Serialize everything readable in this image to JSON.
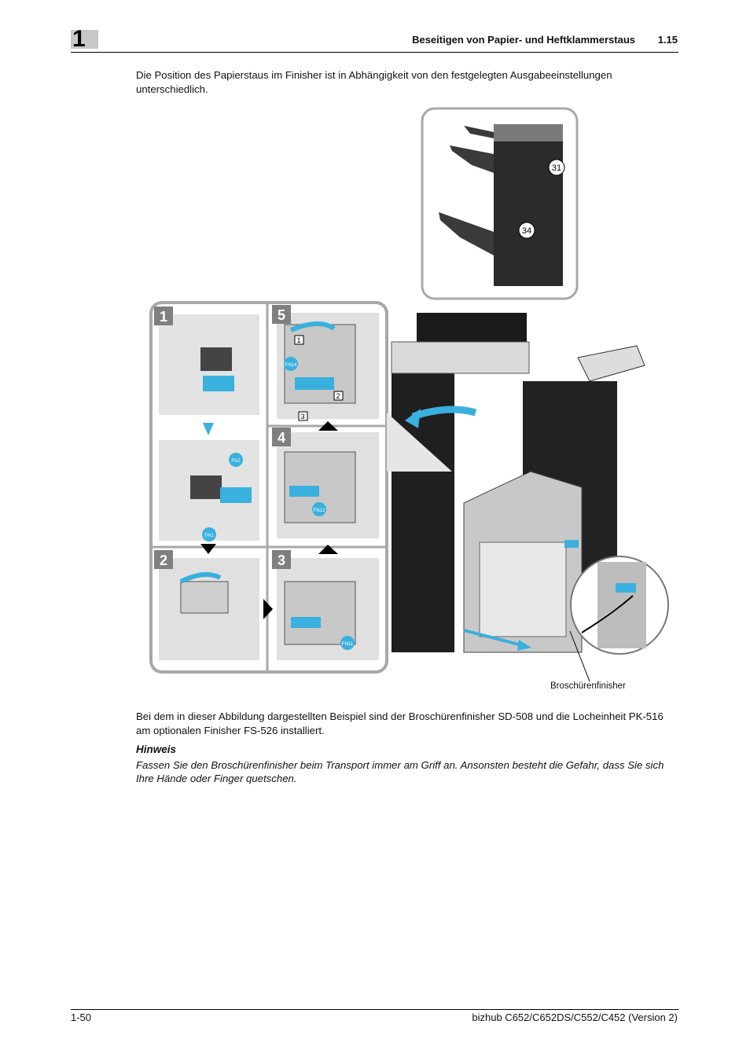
{
  "header": {
    "chapter_number": "1",
    "title": "Beseitigen von Papier- und Heftklammerstaus",
    "section": "1.15"
  },
  "intro_text": "Die Position des Papierstaus im Finisher ist in Abhängigkeit von den festgelegten Ausgabeeinstellungen unterschiedlich.",
  "figure": {
    "tray_callouts": [
      "31",
      "34"
    ],
    "steps": [
      "1",
      "2",
      "3",
      "4",
      "5"
    ],
    "sub_labels": [
      "1",
      "2",
      "3"
    ],
    "finisher_tags": [
      "FN1",
      "FN2",
      "FN11",
      "FN12",
      "FN14"
    ],
    "caption": "Broschürenfinisher"
  },
  "body_text": "Bei dem in dieser Abbildung dargestellten Beispiel sind der Broschürenfinisher SD-508 und die Locheinheit PK-516 am optionalen Finisher FS-526 installiert.",
  "hint": {
    "title": "Hinweis",
    "text": "Fassen Sie den Broschürenfinisher beim Transport immer am Griff an. Ansonsten besteht die Gefahr, dass Sie sich Ihre Hände oder Finger quetschen."
  },
  "footer": {
    "page": "1-50",
    "model": "bizhub C652/C652DS/C552/C452 (Version 2)"
  },
  "colors": {
    "accent": "#3ab0de",
    "panel_border": "#a8a8a8",
    "step_badge": "#7f7f7f",
    "machine_dark": "#2b2b2b",
    "machine_mid": "#bdbdbd"
  }
}
